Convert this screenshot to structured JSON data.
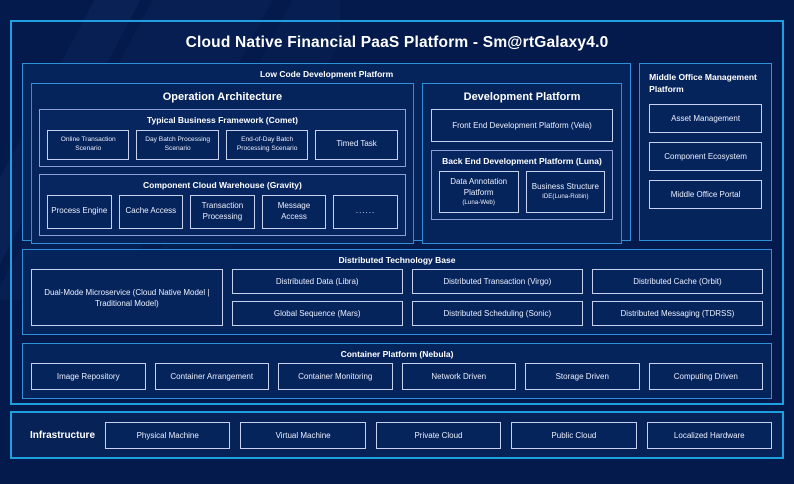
{
  "title": "Cloud Native Financial PaaS Platform - Sm@rtGalaxy4.0",
  "colors": {
    "canvas": "#041a4d",
    "frame_accent": "#1f9fe0",
    "group_border": "#2f8fd8",
    "chip_border": "#c8d2ee",
    "panel_fill": "#06245c",
    "text": "#e9eefc"
  },
  "low_code": {
    "title": "Low Code Development Platform",
    "operation_architecture": {
      "title": "Operation Architecture",
      "typical_business_framework": {
        "title": "Typical Business Framework (Comet)",
        "items": [
          "Online Transaction Scenario",
          "Day Batch Processing Scenario",
          "End-of-Day Batch Processing Scenario",
          "Timed Task"
        ]
      },
      "component_cloud_warehouse": {
        "title": "Component Cloud Warehouse (Gravity)",
        "items": [
          "Process Engine",
          "Cache Access",
          "Transaction Processing",
          "Message Access",
          "......"
        ]
      }
    },
    "development_platform": {
      "title": "Development Platform",
      "front_end": "Front End Development Platform (Vela)",
      "back_end": {
        "title": "Back End Development Platform (Luna)",
        "items": [
          {
            "name": "Data Annotation Platform",
            "sub": "(Luna-Web)"
          },
          {
            "name": "Business Structure",
            "sub": "IDE(Luna-Robin)"
          }
        ]
      }
    }
  },
  "middle_office": {
    "title": "Middle Office Management Platform",
    "items": [
      "Asset Management",
      "Component Ecosystem",
      "Middle Office Portal"
    ]
  },
  "distributed_tech_base": {
    "title": "Distributed Technology Base",
    "feature": "Dual-Mode Microservice (Cloud Native Model | Traditional Model)",
    "columns": [
      [
        "Distributed Data (Libra)",
        "Global Sequence (Mars)"
      ],
      [
        "Distributed Transaction (Virgo)",
        "Distributed Scheduling (Sonic)"
      ],
      [
        "Distributed Cache (Orbit)",
        "Distributed Messaging (TDRSS)"
      ]
    ]
  },
  "container_platform": {
    "title": "Container Platform (Nebula)",
    "items": [
      "Image Repository",
      "Container Arrangement",
      "Container Monitoring",
      "Network Driven",
      "Storage Driven",
      "Computing Driven"
    ]
  },
  "infrastructure": {
    "label": "Infrastructure",
    "items": [
      "Physical Machine",
      "Virtual Machine",
      "Private Cloud",
      "Public Cloud",
      "Localized Hardware"
    ]
  }
}
